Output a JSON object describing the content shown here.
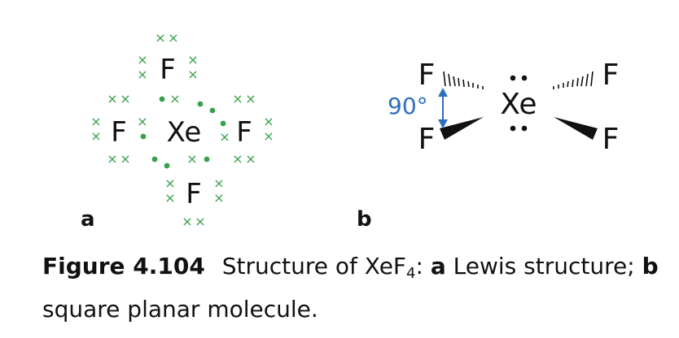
{
  "atoms": {
    "central": "Xe",
    "ligand": "F"
  },
  "lone_pair_mark": "×",
  "angle_label": "90°",
  "panel_labels": {
    "a": "a",
    "b": "b"
  },
  "caption": {
    "figure_label": "Figure 4.104",
    "title_prefix": "Structure of XeF",
    "title_subscript": "4",
    "title_suffix": ":",
    "part_a_letter": "a",
    "part_a_text": "Lewis structure;",
    "part_b_letter": "b",
    "part_b_text": "square planar molecule."
  },
  "colors": {
    "electron_green": "#37a04a",
    "angle_blue": "#2e6fbf",
    "text": "#111111"
  }
}
